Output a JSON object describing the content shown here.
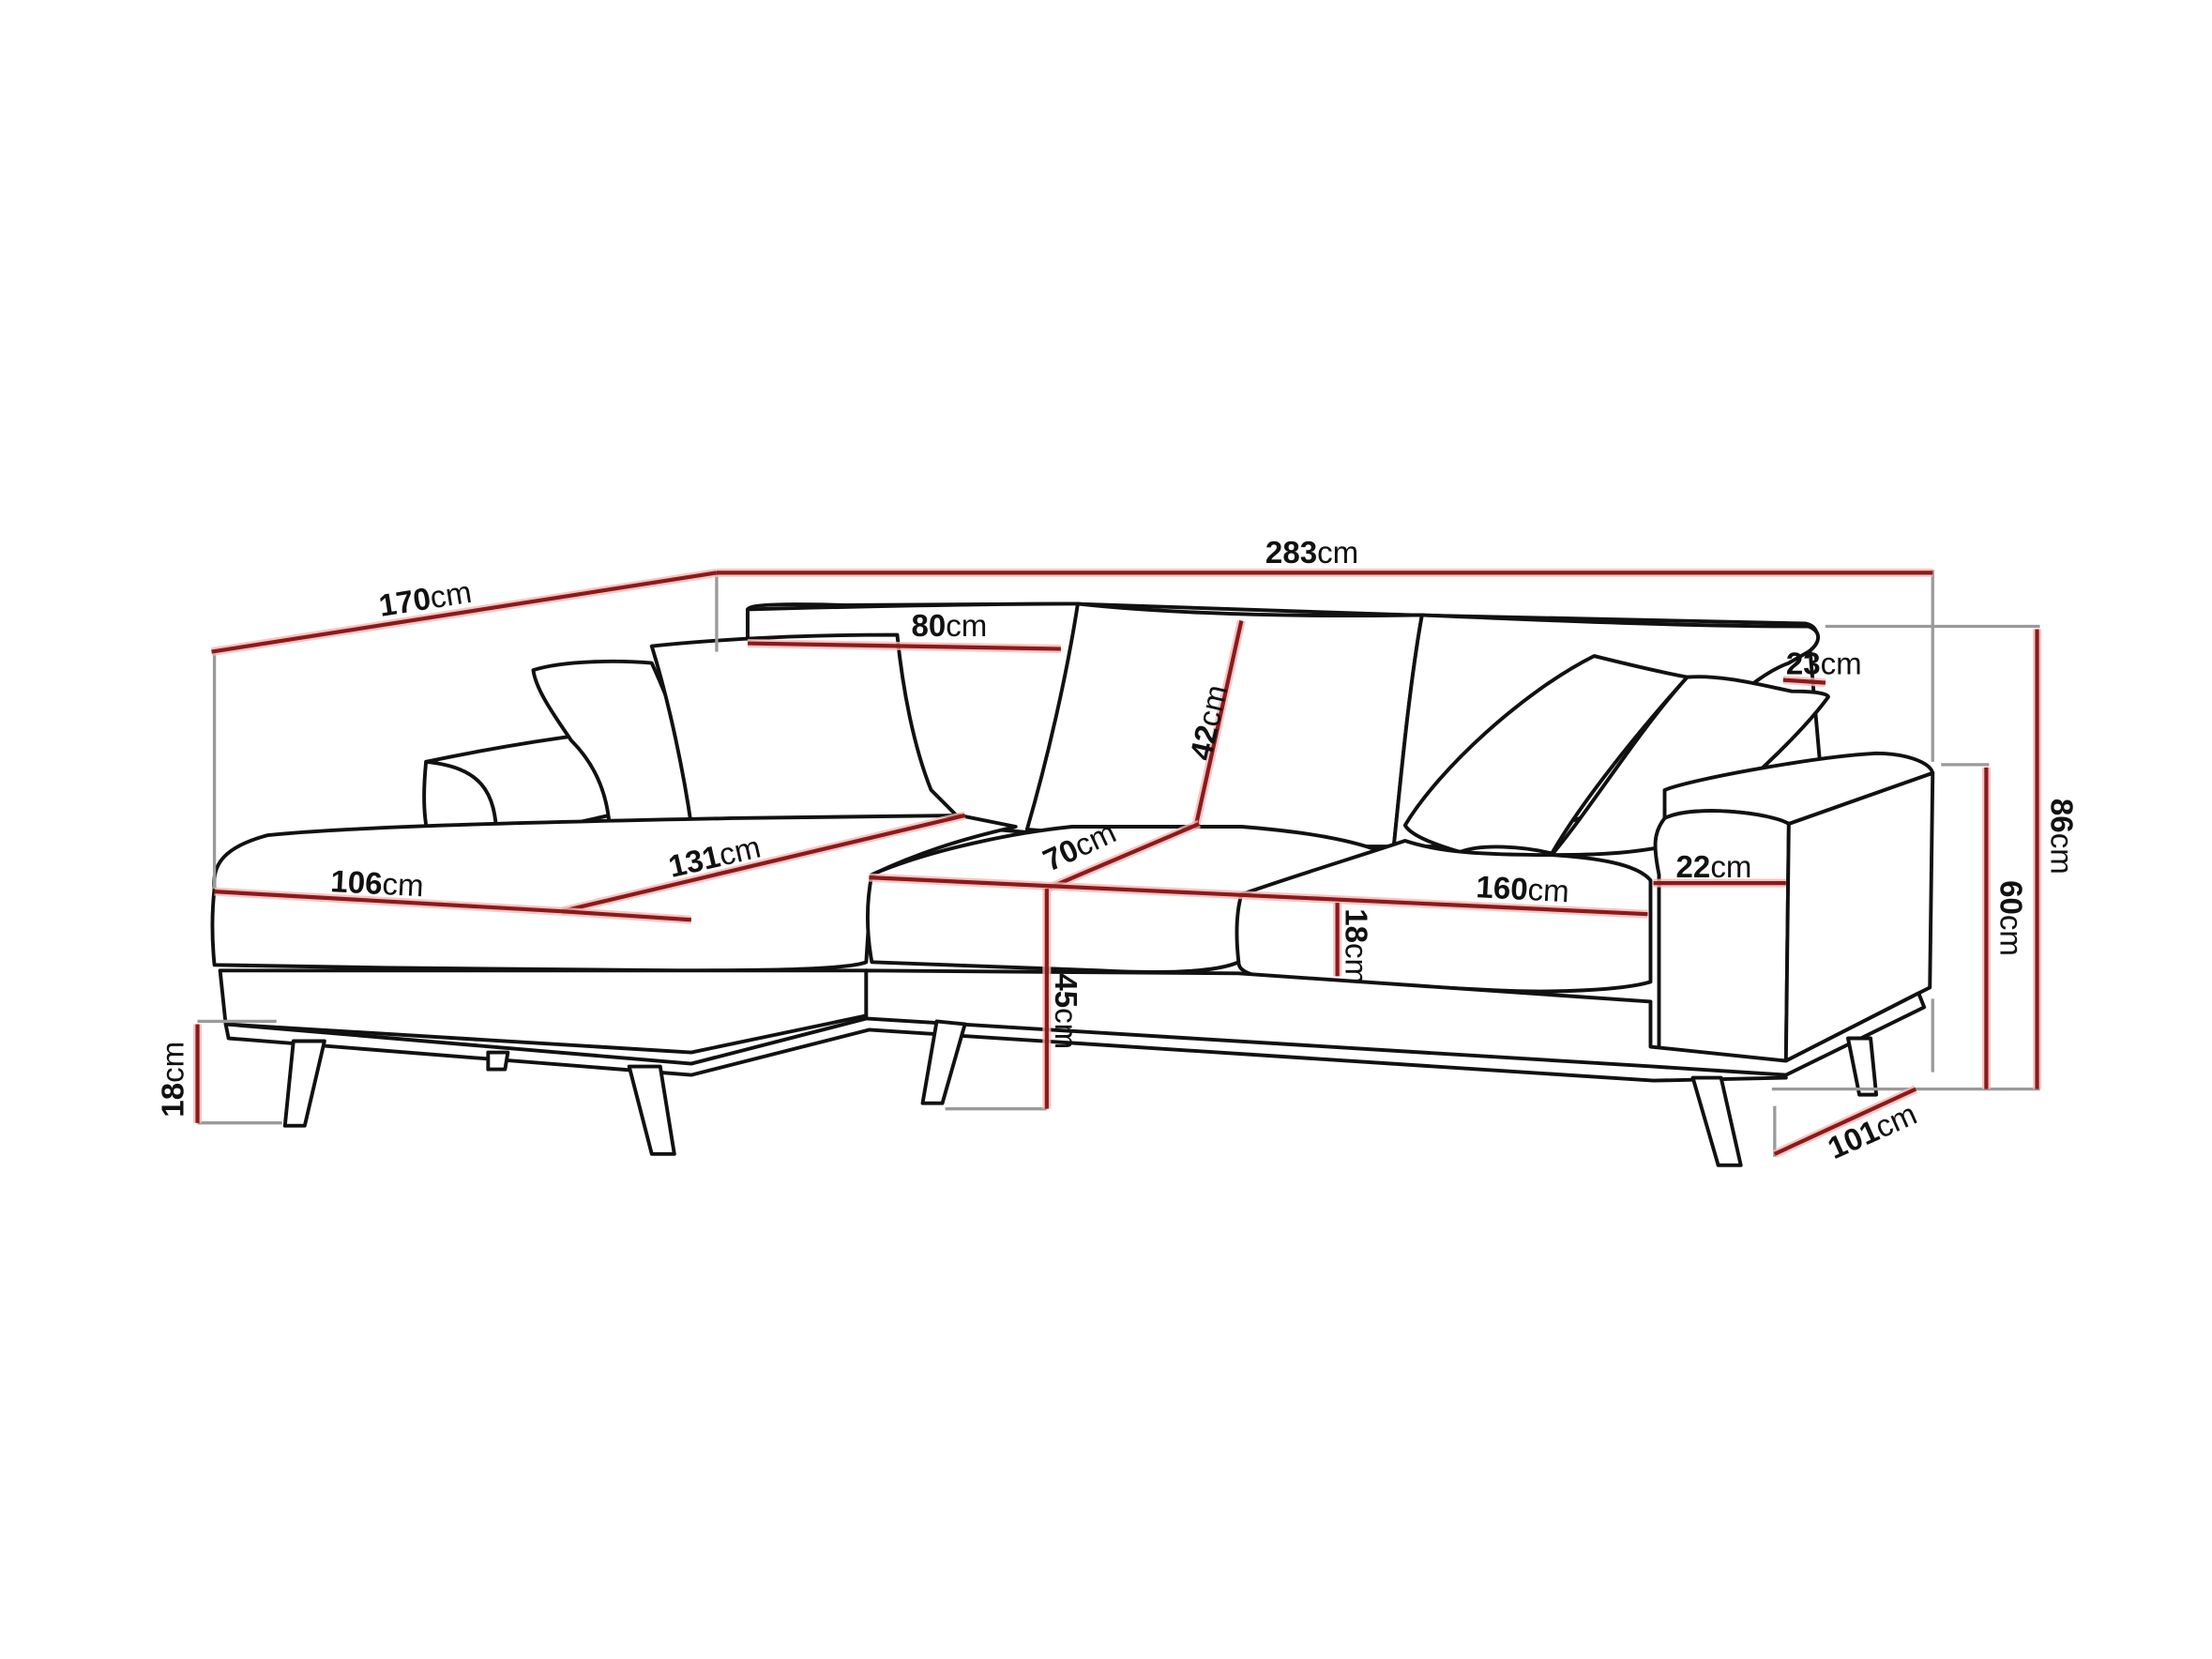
{
  "diagram": {
    "subject": "L-shaped corner sofa with chaise (left side) — dimension drawing",
    "unit": "cm",
    "colors": {
      "outline": "#111111",
      "dimension_line": "#8b1a1a",
      "extension_line": "#9a9a9a",
      "background": "#ffffff"
    },
    "dimensions": {
      "total_width": {
        "value": "283",
        "unit": "cm"
      },
      "chaise_length": {
        "value": "170",
        "unit": "cm"
      },
      "back_cushion_width": {
        "value": "80",
        "unit": "cm"
      },
      "back_cushion_height": {
        "value": "42",
        "unit": "cm"
      },
      "backrest_depth": {
        "value": "23",
        "unit": "cm"
      },
      "total_height": {
        "value": "86",
        "unit": "cm"
      },
      "armrest_height": {
        "value": "60",
        "unit": "cm"
      },
      "chaise_width": {
        "value": "106",
        "unit": "cm"
      },
      "chaise_seat_depth": {
        "value": "131",
        "unit": "cm"
      },
      "seat_depth": {
        "value": "70",
        "unit": "cm"
      },
      "seat_width": {
        "value": "160",
        "unit": "cm"
      },
      "armrest_width": {
        "value": "22",
        "unit": "cm"
      },
      "seat_cushion_height": {
        "value": "18",
        "unit": "cm"
      },
      "seat_height": {
        "value": "45",
        "unit": "cm"
      },
      "leg_height": {
        "value": "18",
        "unit": "cm"
      },
      "total_depth": {
        "value": "101",
        "unit": "cm"
      }
    }
  }
}
